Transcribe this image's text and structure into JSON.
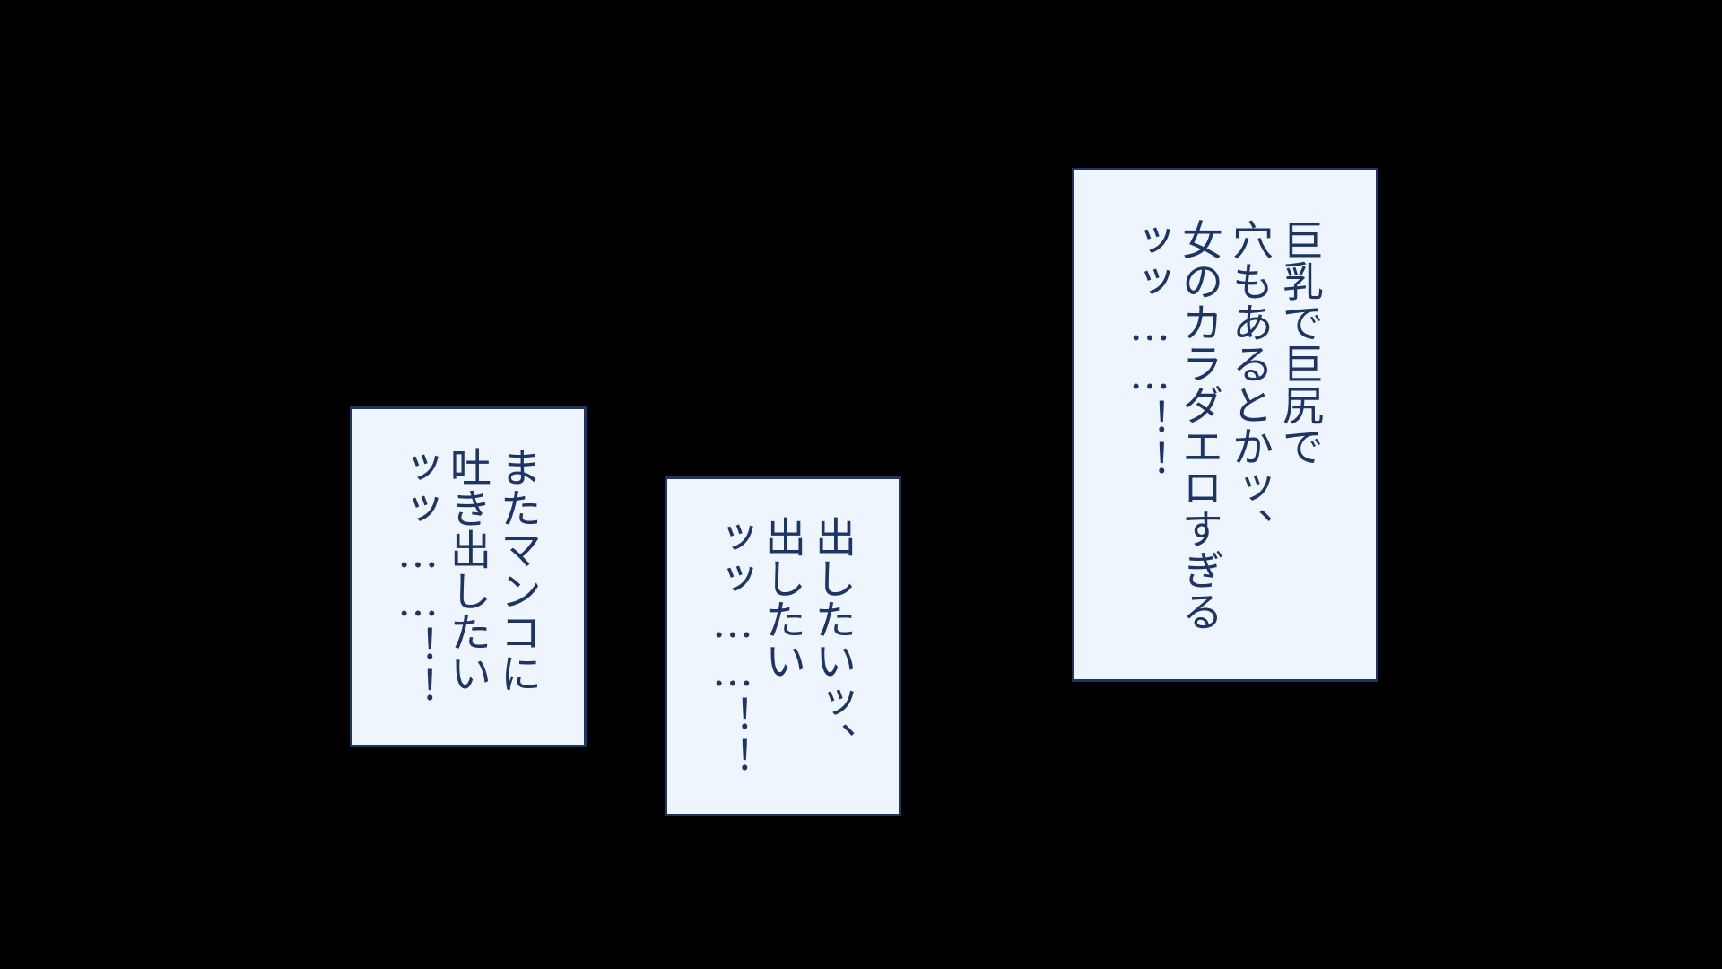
{
  "colors": {
    "background": "#000000",
    "bubble_fill": "#eef5fd",
    "bubble_border": "#1c3466",
    "text": "#1c3466"
  },
  "bubbles": {
    "right": {
      "lines": [
        "巨乳で巨尻で",
        "穴もあるとかッ、",
        "女のカラダエロすぎる",
        "ッッ……！！"
      ]
    },
    "middle": {
      "lines": [
        "出したいッ、",
        "出したい",
        "ッッ……！！"
      ]
    },
    "left": {
      "lines": [
        "またマンコに",
        "吐き出したい",
        "ッッ……！！"
      ]
    }
  }
}
